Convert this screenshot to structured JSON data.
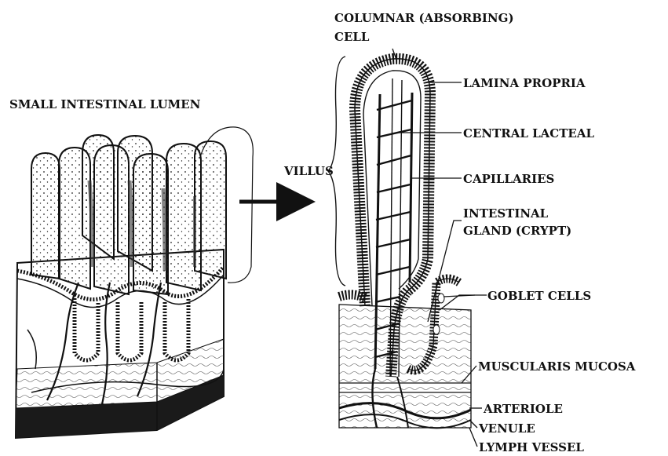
{
  "labels": {
    "lumen": "SMALL INTESTINAL LUMEN",
    "columnar_line1": "COLUMNAR (ABSORBING)",
    "columnar_line2": "CELL",
    "villus": "VILLUS",
    "lamina_propria": "LAMINA PROPRIA",
    "central_lacteal": "CENTRAL  LACTEAL",
    "capillaries": "CAPILLARIES",
    "gland_line1": "INTESTINAL",
    "gland_line2": "GLAND (CRYPT)",
    "goblet_cells": "GOBLET CELLS",
    "muscularis_mucosa": "MUSCULARIS MUCOSA",
    "arteriole": "ARTERIOLE",
    "venule": "VENULE",
    "lymph_vessel": "LYMPH VESSEL"
  }
}
